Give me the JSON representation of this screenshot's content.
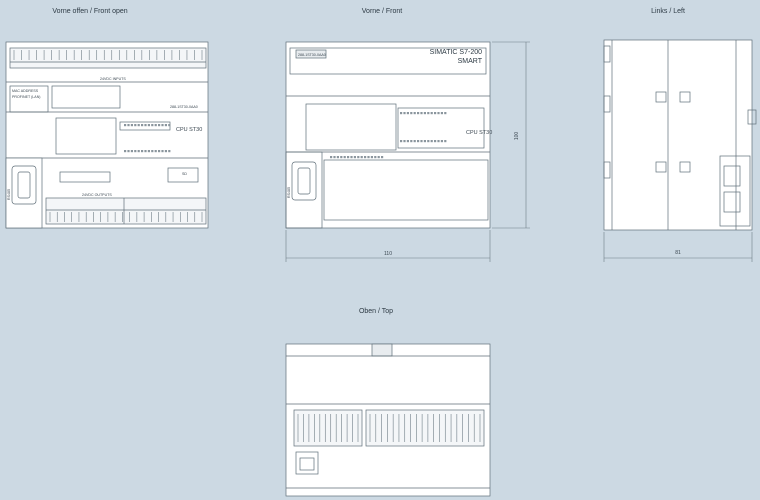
{
  "views": {
    "front_open": {
      "title": "Vorne offen / Front open"
    },
    "front": {
      "title": "Vorne / Front"
    },
    "left": {
      "title": "Links / Left"
    },
    "top": {
      "title": "Oben / Top"
    }
  },
  "front_open_labels": {
    "inputs_caption": "24VDC INPUTS",
    "mac_address": "MAC ADDRESS",
    "profinet": "PROFINET (LAN)",
    "order_no": "288-1ST30-0AA0",
    "cpu": "CPU ST30",
    "rs485": "RS485",
    "outputs_caption": "24VDC OUTPUTS",
    "sd_card": "SD"
  },
  "front_labels": {
    "badge": "288-1ST30-0AA0",
    "brand_line1": "SIMATIC S7-200",
    "brand_line2": "SMART",
    "cpu": "CPU ST30",
    "rs485": "RS485"
  },
  "dimensions": {
    "front_width": "110",
    "front_height": "100",
    "left_depth": "81"
  },
  "colors": {
    "background": "#ccd9e3",
    "panel": "#ffffff",
    "line": "#5f6e78",
    "dimension": "#6f7d86"
  }
}
